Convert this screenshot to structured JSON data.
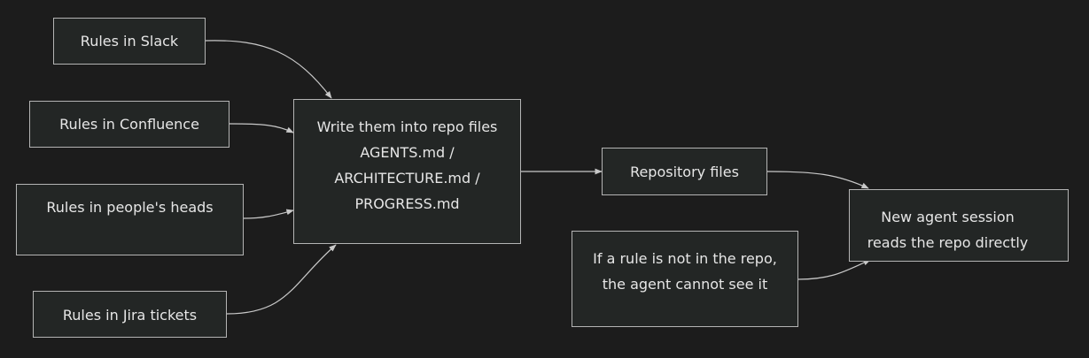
{
  "colors": {
    "background": "#1c1c1c",
    "node_fill": "#232625",
    "node_border": "#b4b4b4",
    "edge": "#c8c8c8",
    "text": "#e6e6e6"
  },
  "nodes": {
    "slack": {
      "label": "Rules in Slack"
    },
    "confluence": {
      "label": "Rules in Confluence"
    },
    "heads": {
      "label": "Rules in people's heads"
    },
    "jira": {
      "label": "Rules in Jira tickets"
    },
    "write": {
      "lines": [
        "Write them into repo files",
        "AGENTS.md /",
        "ARCHITECTURE.md /",
        "PROGRESS.md"
      ]
    },
    "repo_files": {
      "label": "Repository files"
    },
    "session": {
      "lines": [
        "New agent session",
        "reads the repo directly"
      ]
    },
    "caveat": {
      "lines": [
        "If a rule is not in the repo,",
        "the agent cannot see it"
      ]
    }
  },
  "edges": [
    {
      "from": "slack",
      "to": "write"
    },
    {
      "from": "confluence",
      "to": "write"
    },
    {
      "from": "heads",
      "to": "write"
    },
    {
      "from": "jira",
      "to": "write"
    },
    {
      "from": "write",
      "to": "repo_files"
    },
    {
      "from": "repo_files",
      "to": "session"
    },
    {
      "from": "caveat",
      "to": "session"
    }
  ]
}
